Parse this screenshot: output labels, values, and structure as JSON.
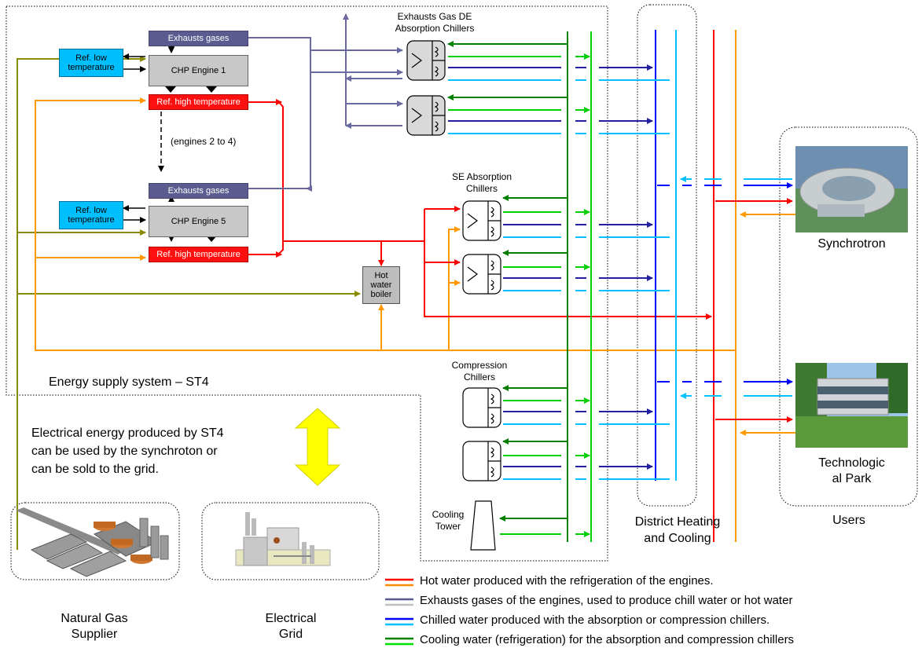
{
  "labels": {
    "exhausts_gas_de": "Exhausts Gas DE",
    "absorption_chillers": "Absorption Chillers",
    "se_absorption": "SE Absorption",
    "se_chillers": "Chillers",
    "compression": "Compression",
    "compression_chillers": "Chillers",
    "engines_2_to_4": "(engines 2 to 4)",
    "energy_supply_system": "Energy supply system – ST4",
    "electrical_note_1": "Electrical energy produced by ST4",
    "electrical_note_2": "can be used by the synchroton or",
    "electrical_note_3": "can be sold to the grid.",
    "cooling": "Cooling",
    "tower": "Tower",
    "dhc_1": "District Heating",
    "dhc_2": "and Cooling",
    "users": "Users",
    "synchrotron": "Synchrotron",
    "tech_park_1": "Technologic",
    "tech_park_2": "al Park",
    "natural_gas_1": "Natural Gas",
    "natural_gas_2": "Supplier",
    "electrical_grid_1": "Electrical",
    "electrical_grid_2": "Grid"
  },
  "boxes": {
    "exhausts_gases_1": "Exhausts gases",
    "exhausts_gases_2": "Exhausts gases",
    "chp_engine_1": "CHP Engine 1",
    "chp_engine_5": "CHP Engine 5",
    "ref_low_1_a": "Ref. low",
    "ref_low_1_b": "temperature",
    "ref_low_2_a": "Ref. low",
    "ref_low_2_b": "temperature",
    "ref_high_1": "Ref. high temperature",
    "ref_high_2": "Ref. high temperature",
    "boiler_a": "Hot water",
    "boiler_b": "boiler"
  },
  "legend": [
    {
      "text": "Hot water produced with the refrigeration of the engines.",
      "color_a": "#ff0000",
      "color_b": "#ff8c00"
    },
    {
      "text": "Exhausts gases of the engines, used to produce chill water or hot water",
      "color_a": "#5b5b8f",
      "color_b": "#c0c0c0"
    },
    {
      "text": "Chilled water produced with the absorption or compression chillers.",
      "color_a": "#0000ff",
      "color_b": "#00c0ff"
    },
    {
      "text": "Cooling water (refrigeration) for the absorption and compression chillers",
      "color_a": "#008000",
      "color_b": "#00e000"
    }
  ]
}
